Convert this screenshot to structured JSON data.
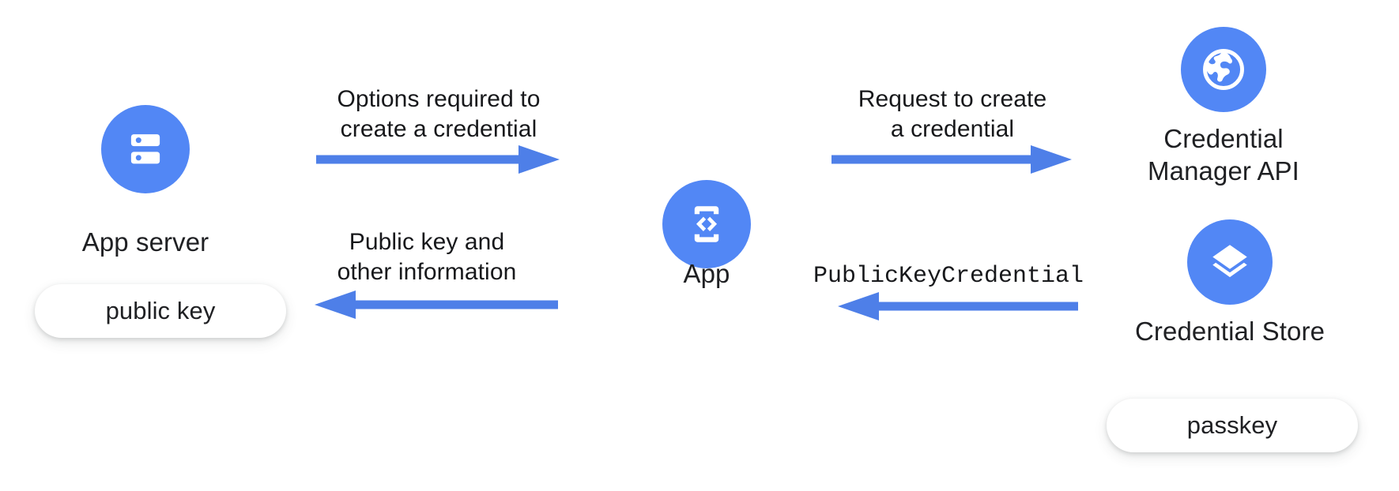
{
  "theme": {
    "background": "#ffffff",
    "accent_blue": "#5287f5",
    "arrow_blue": "#4e7fe8",
    "text_color": "#1f2023",
    "chip_background": "#ffffff"
  },
  "diagram": {
    "title": "Passkey creation flow",
    "nodes": [
      {
        "id": "app-server",
        "label": "App server",
        "icon": "server-icon",
        "chip": "public key"
      },
      {
        "id": "app",
        "label": "App",
        "icon": "app-code-icon",
        "chip": null
      },
      {
        "id": "credential-manager-api",
        "label": "Credential\nManager API",
        "icon": "globe-icon",
        "chip": null
      },
      {
        "id": "credential-store",
        "label": "Credential Store",
        "icon": "layers-icon",
        "chip": "passkey"
      }
    ],
    "arrows": [
      {
        "id": "options-required",
        "label": "Options required to\ncreate a credential",
        "direction": "right",
        "from": "app-server",
        "to": "app",
        "mono": false
      },
      {
        "id": "public-key-and-other-information",
        "label": "Public key and\nother information",
        "direction": "left",
        "from": "app",
        "to": "app-server",
        "mono": false
      },
      {
        "id": "request-to-create",
        "label": "Request to create\na credential",
        "direction": "right",
        "from": "app",
        "to": "credential-manager-api",
        "mono": false
      },
      {
        "id": "public-key-credential",
        "label": "PublicKeyCredential",
        "direction": "left",
        "from": "credential-store",
        "to": "app",
        "mono": true
      }
    ]
  }
}
